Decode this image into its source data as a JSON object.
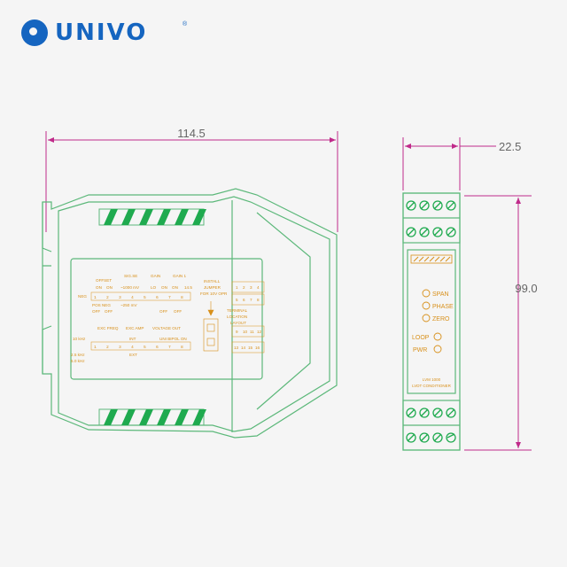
{
  "brand": {
    "name": "UNIVO",
    "reg": "®",
    "color": "#1565c0"
  },
  "colors": {
    "outline": "#5cb87a",
    "stripe": "#1faa4f",
    "text": "#d8901a",
    "dimension": "#c02a8a"
  },
  "dimensions": {
    "width_side": "114.5",
    "width_front": "22.5",
    "height_front": "99.0"
  },
  "side_label": {
    "offset": "OFFSET",
    "signal": "SIG.SE",
    "gain_coarse": "GAIN",
    "gain_fine": "GAIN 1",
    "row_on": [
      "ON",
      "ON"
    ],
    "range_1000": "~1000 mV",
    "lo_hi": [
      "LO",
      "ON",
      "ON",
      "14.5"
    ],
    "neg": "NEG",
    "switch_nums": [
      "1",
      "2",
      "3",
      "4",
      "5",
      "6",
      "7",
      "8"
    ],
    "pos_neg": "POS NEG",
    "range_250": "~250 mV",
    "off_row": [
      "OFF",
      "OFF",
      "OFF",
      "OFF"
    ],
    "install": "INSTALL",
    "jumper": "JUMPER",
    "for_mode": "FOR 10V OPR",
    "exc_freq": "EXC FREQ",
    "exc_amp": "EXC AMP",
    "vout": "VOLTAGE OUT",
    "freq_10k": "10 kHz",
    "freq_2_5k": "2.5 kHz",
    "freq_5k": "5.0 kHz",
    "int_ext": [
      "INT",
      "EXT"
    ],
    "unipolar": "UNI BIPOL ON",
    "terminal": "TERMINAL",
    "location": "LOCATION",
    "layout": "LAYOUT",
    "term_rows": [
      [
        "1",
        "2",
        "3",
        "4"
      ],
      [
        "5",
        "6",
        "7",
        "8"
      ],
      [
        "9",
        "10",
        "11",
        "12"
      ],
      [
        "13",
        "14",
        "15",
        "16"
      ]
    ]
  },
  "front_label": {
    "indicators": [
      "SPAN",
      "PHASE",
      "ZERO"
    ],
    "loop": "LOOP",
    "pwr": "PWR",
    "model": "LVM 1000",
    "desc": "LVDT CONDITIONER"
  }
}
